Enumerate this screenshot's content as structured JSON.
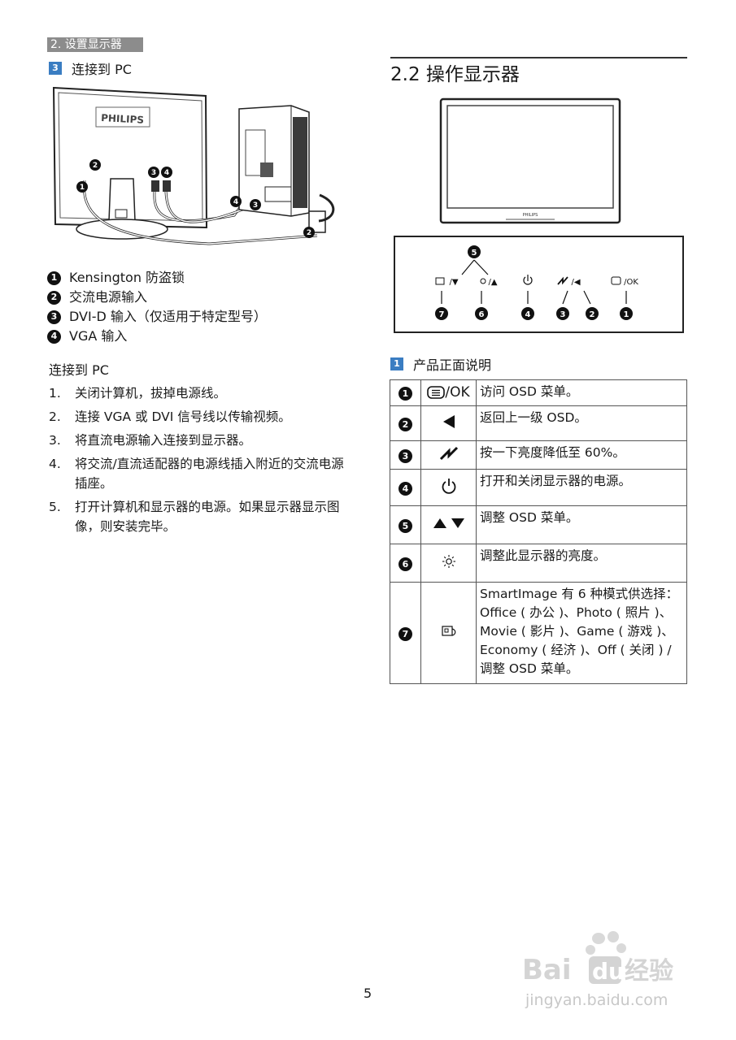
{
  "header": {
    "chapter_tag": "2. 设置显示器"
  },
  "connect_section": {
    "number": "3",
    "title": "连接到 PC"
  },
  "illustration": {
    "brand": "PHILIPS",
    "callouts": [
      "1",
      "2",
      "3",
      "4",
      "4",
      "3",
      "2"
    ]
  },
  "legend": [
    {
      "num": "1",
      "text": "Kensington 防盗锁"
    },
    {
      "num": "2",
      "text": "交流电源输入"
    },
    {
      "num": "3",
      "text": "DVI-D 输入（仅适用于特定型号）"
    },
    {
      "num": "4",
      "text": "VGA 输入"
    }
  ],
  "connect_pc": {
    "title": "连接到 PC",
    "steps": [
      {
        "n": "1.",
        "text": "关闭计算机，拔掉电源线。"
      },
      {
        "n": "2.",
        "text": "连接 VGA 或 DVI 信号线以传输视频。"
      },
      {
        "n": "3.",
        "text": "将直流电源输入连接到显示器。"
      },
      {
        "n": "4.",
        "text": "将交流/直流适配器的电源线插入附近的交流电源插座。"
      },
      {
        "n": "5.",
        "text": "打开计算机和显示器的电源。如果显示器显示图像，则安装完毕。"
      }
    ]
  },
  "operate_section": {
    "title": "2.2  操作显示器"
  },
  "monitor": {
    "brand": "PHILIPS"
  },
  "control_panel": {
    "top_num": "5",
    "buttons": [
      {
        "label": "/▼",
        "num": "7"
      },
      {
        "label": "/▲",
        "num": "6"
      },
      {
        "label": "",
        "num": "4"
      },
      {
        "label": "/◀",
        "num": "3"
      },
      {
        "label": "/OK",
        "num": "1"
      }
    ],
    "extra_num": "2"
  },
  "front_section": {
    "number": "1",
    "title": "产品正面说明"
  },
  "button_table": [
    {
      "num": "1",
      "icon": "menu-ok-icon",
      "icon_text": "/OK",
      "desc": "访问 OSD 菜单。"
    },
    {
      "num": "2",
      "icon": "back-triangle-icon",
      "icon_text": "",
      "desc": "返回上一级 OSD。"
    },
    {
      "num": "3",
      "icon": "brightness-drop-icon",
      "icon_text": "",
      "desc": "按一下亮度降低至 60%。"
    },
    {
      "num": "4",
      "icon": "power-icon",
      "icon_text": "",
      "desc": "打开和关闭显示器的电源。"
    },
    {
      "num": "5",
      "icon": "up-down-arrows-icon",
      "icon_text": "",
      "desc": "调整 OSD 菜单。"
    },
    {
      "num": "6",
      "icon": "sun-icon",
      "icon_text": "",
      "desc": "调整此显示器的亮度。"
    },
    {
      "num": "7",
      "icon": "smartimage-icon",
      "icon_text": "",
      "desc": "SmartImage 有 6 种模式供选择： Office ( 办公 )、Photo ( 照片 )、Movie ( 影片 )、Game ( 游戏 )、Economy ( 经济 )、Off ( 关闭 ) / 调整 OSD 菜单。"
    }
  ],
  "page_number": "5",
  "watermark": {
    "brand_text": "Bai",
    "brand_text2": "du",
    "brand_cn": "经验",
    "url": "jingyan.baidu.com"
  }
}
